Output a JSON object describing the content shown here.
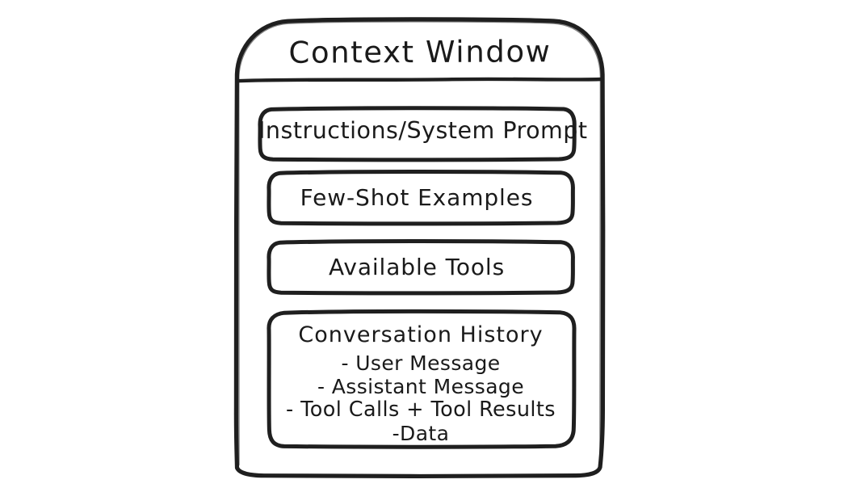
{
  "diagram": {
    "kind": "context-window-block-diagram",
    "background_color": "#ffffff",
    "stroke_color": "#1f1f1f",
    "title": "Context Window",
    "sections": [
      {
        "id": "instructions",
        "label": "Instructions/System Prompt"
      },
      {
        "id": "few-shot",
        "label": "Few-Shot Examples"
      },
      {
        "id": "tools",
        "label": "Available Tools"
      },
      {
        "id": "conversation-history",
        "label": "Conversation History"
      }
    ],
    "conversation_history": {
      "heading": "Conversation History",
      "items": [
        "- User Message",
        "- Assistant Message",
        "- Tool Calls + Tool Results",
        "-Data"
      ]
    }
  }
}
